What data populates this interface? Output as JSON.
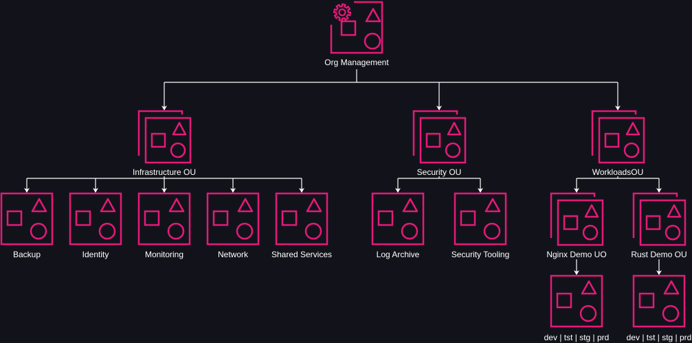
{
  "colors": {
    "background": "#12131a",
    "icon": "#e6197a",
    "connector": "#ffffff",
    "text": "#ffffff"
  },
  "nodes": {
    "root": {
      "label": "Org Management",
      "icon": "management-account-icon"
    },
    "infrastructure": {
      "label": "Infrastructure OU",
      "icon": "organizational-unit-icon"
    },
    "security": {
      "label": "Security OU",
      "icon": "organizational-unit-icon"
    },
    "workloads": {
      "label": "WorkloadsOU",
      "icon": "organizational-unit-icon"
    },
    "backup": {
      "label": "Backup",
      "icon": "account-icon"
    },
    "identity": {
      "label": "Identity",
      "icon": "account-icon"
    },
    "monitoring": {
      "label": "Monitoring",
      "icon": "account-icon"
    },
    "network": {
      "label": "Network",
      "icon": "account-icon"
    },
    "shared_services": {
      "label": "Shared Services",
      "icon": "account-icon"
    },
    "log_archive": {
      "label": "Log Archive",
      "icon": "account-icon"
    },
    "security_tooling": {
      "label": "Security Tooling",
      "icon": "account-icon"
    },
    "nginx_ou": {
      "label": "Nginx Demo UO",
      "icon": "organizational-unit-icon"
    },
    "rust_ou": {
      "label": "Rust Demo OU",
      "icon": "organizational-unit-icon"
    },
    "nginx_envs": {
      "label": "dev | tst | stg | prd",
      "icon": "account-icon"
    },
    "rust_envs": {
      "label": "dev | tst | stg | prd",
      "icon": "account-icon"
    }
  }
}
